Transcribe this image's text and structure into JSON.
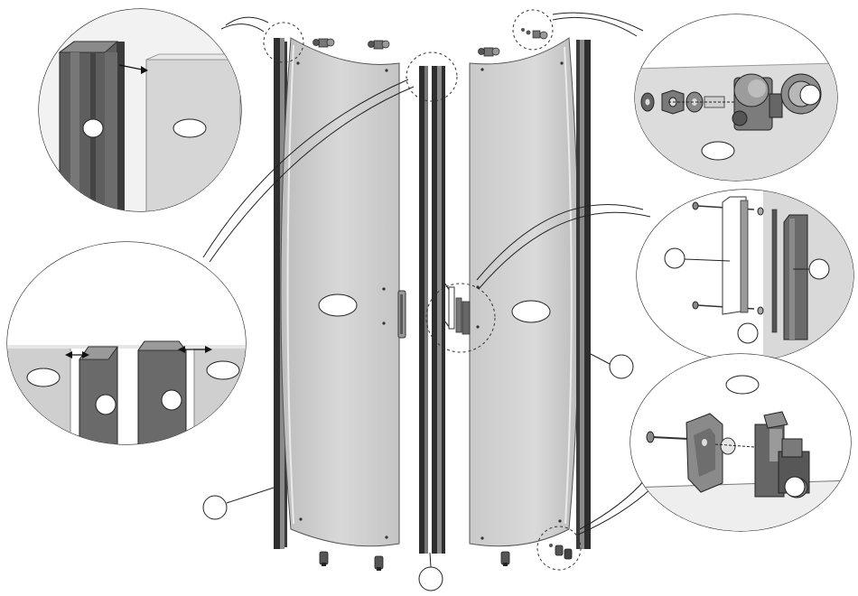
{
  "diagram": {
    "kind": "assembly-instruction",
    "subject": "curved-shower-door-exploded-view",
    "labels_printed": false,
    "callout_marker": {
      "shape": "blank-ellipse-or-circle",
      "fill": "#ffffff",
      "stroke": "#222222"
    },
    "colors": {
      "glass_panel": "#cfcfcf",
      "profile_dark": "#3a3a3a",
      "profile_mid": "#707070",
      "magnifier_background": "#e6e6e6",
      "line": "#222222"
    },
    "detail_views": [
      "top-left-profile-joint",
      "center-left-magnetic-profiles",
      "top-right-roller-fitting",
      "center-right-handle-fixing",
      "bottom-right-lower-guide"
    ]
  }
}
